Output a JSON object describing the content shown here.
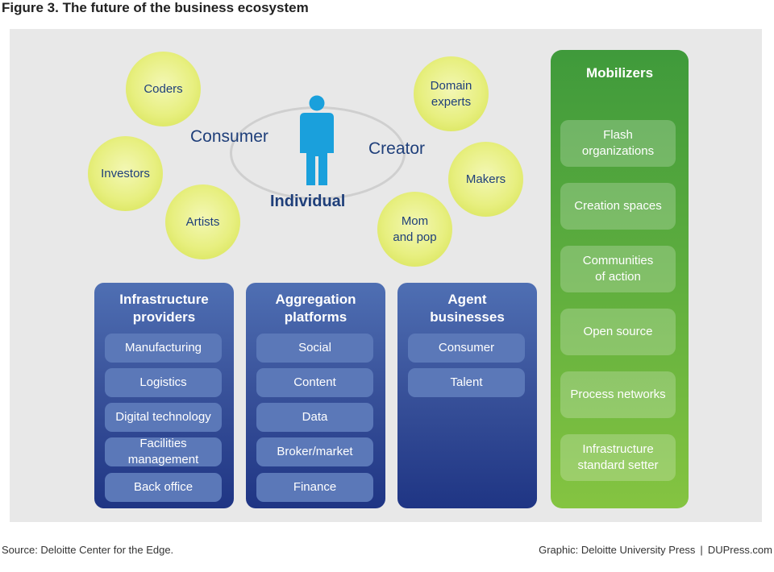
{
  "title": "Figure 3. The future of the business ecosystem",
  "center": {
    "consumer": "Consumer",
    "creator": "Creator",
    "individual": "Individual",
    "person_icon": "person-icon",
    "person_color": "#1aa0dc"
  },
  "bubbles": {
    "coders": "Coders",
    "investors": "Investors",
    "artists": "Artists",
    "domain_experts": "Domain\nexperts",
    "makers": "Makers",
    "mom_and_pop": "Mom\nand pop"
  },
  "columns": {
    "infrastructure": {
      "title": "Infrastructure\nproviders",
      "items": [
        "Manufacturing",
        "Logistics",
        "Digital technology",
        "Facilities\nmanagement",
        "Back office"
      ]
    },
    "aggregation": {
      "title": "Aggregation\nplatforms",
      "items": [
        "Social",
        "Content",
        "Data",
        "Broker/market",
        "Finance"
      ]
    },
    "agent": {
      "title": "Agent\nbusinesses",
      "items": [
        "Consumer",
        "Talent"
      ]
    }
  },
  "mobilizers": {
    "title": "Mobilizers",
    "items": [
      "Flash\norganizations",
      "Creation spaces",
      "Communities\nof action",
      "Open source",
      "Process networks",
      "Infrastructure\nstandard setter"
    ]
  },
  "footer": {
    "source": "Source: Deloitte Center for the Edge.",
    "graphic": "Graphic: Deloitte University Press",
    "separator": "|",
    "site": "DUPress.com"
  },
  "colors": {
    "blue_column": "#3a539b",
    "green_column": "#5fae3e",
    "bubble": "#e7ef7f",
    "text_blue": "#1f3f7a"
  }
}
